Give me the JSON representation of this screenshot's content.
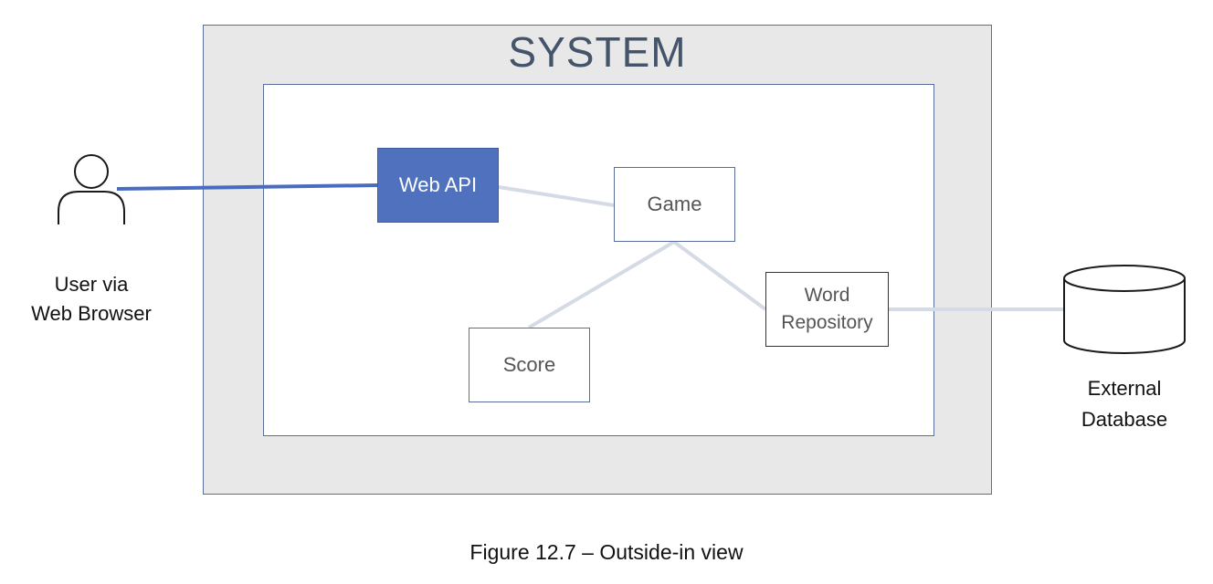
{
  "diagram": {
    "system_title": "SYSTEM",
    "components": {
      "web_api": "Web API",
      "game": "Game",
      "score": "Score",
      "word_repository_line1": "Word",
      "word_repository_line2": "Repository"
    },
    "actor": {
      "line1": "User via",
      "line2": "Web Browser",
      "icon": "user-icon"
    },
    "database": {
      "line1": "External",
      "line2": "Database",
      "icon": "database-icon"
    },
    "caption": "Figure 12.7 – Outside-in view",
    "colors": {
      "accent": "#4f71be",
      "system_background": "#e8e8e8",
      "system_border": "#5b6d9b",
      "title": "#44546a",
      "connector_light": "#d5dbe6",
      "connector_user": "#4a6cc0"
    }
  }
}
